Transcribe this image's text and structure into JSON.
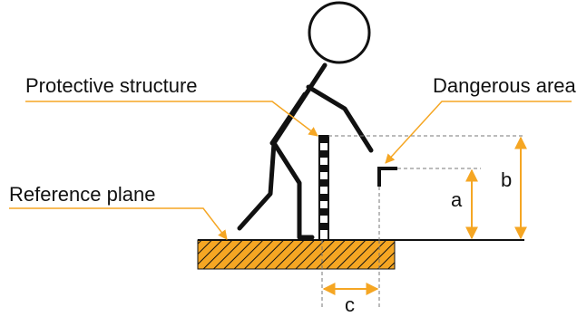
{
  "labels": {
    "protective_structure": "Protective structure",
    "dangerous_area": "Dangerous area",
    "reference_plane": "Reference plane"
  },
  "dimensions": {
    "a": "a",
    "b": "b",
    "c": "c"
  },
  "colors": {
    "accent": "#F5A623",
    "hatch_fill": "#F5A623",
    "stroke": "#111111",
    "dashed": "#777777"
  }
}
